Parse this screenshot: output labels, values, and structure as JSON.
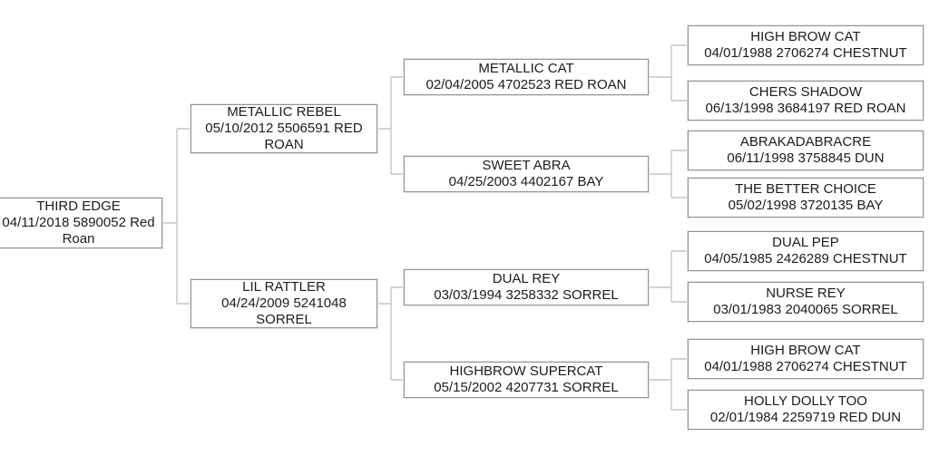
{
  "pedigree": {
    "subject": {
      "name": "THIRD EDGE",
      "details": "04/11/2018 5890052 Red Roan"
    },
    "generation2": [
      {
        "name": "METALLIC REBEL",
        "details": "05/10/2012 5506591 RED ROAN"
      },
      {
        "name": "LIL RATTLER",
        "details": "04/24/2009 5241048 SORREL"
      }
    ],
    "generation3": [
      {
        "name": "METALLIC CAT",
        "details": "02/04/2005 4702523 RED ROAN"
      },
      {
        "name": "SWEET ABRA",
        "details": "04/25/2003 4402167 BAY"
      },
      {
        "name": "DUAL REY",
        "details": "03/03/1994 3258332 SORREL"
      },
      {
        "name": "HIGHBROW SUPERCAT",
        "details": "05/15/2002 4207731 SORREL"
      }
    ],
    "generation4": [
      {
        "name": "HIGH BROW CAT",
        "details": "04/01/1988 2706274 CHESTNUT"
      },
      {
        "name": "CHERS SHADOW",
        "details": "06/13/1998 3684197 RED ROAN"
      },
      {
        "name": "ABRAKADABRACRE",
        "details": "06/11/1998 3758845 DUN"
      },
      {
        "name": "THE BETTER CHOICE",
        "details": "05/02/1998 3720135 BAY"
      },
      {
        "name": "DUAL PEP",
        "details": "04/05/1985 2426289 CHESTNUT"
      },
      {
        "name": "NURSE REY",
        "details": "03/01/1983 2040065 SORREL"
      },
      {
        "name": "HIGH BROW CAT",
        "details": "04/01/1988 2706274 CHESTNUT"
      },
      {
        "name": "HOLLY DOLLY TOO",
        "details": "02/01/1984 2259719 RED DUN"
      }
    ],
    "colors": {
      "background": "#ffffff",
      "box_border": "#949494",
      "box_halo": "#e4e4e4",
      "connector": "#c6c6c6",
      "text": "#1c1c1c"
    }
  }
}
